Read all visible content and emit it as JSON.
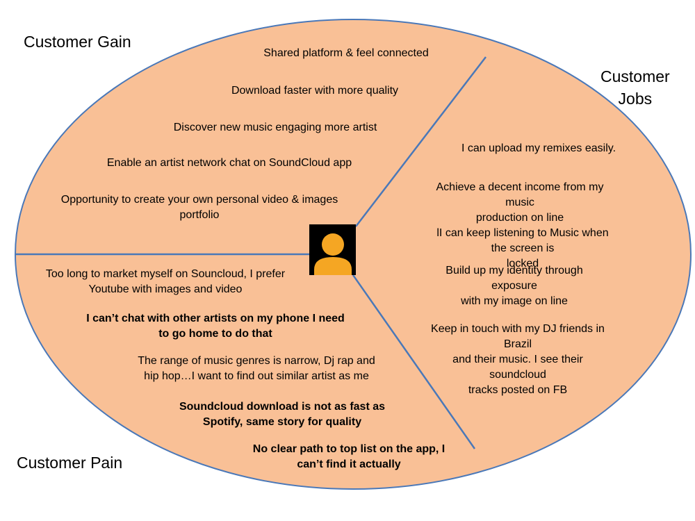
{
  "sections": {
    "gain": "Customer Gain",
    "jobs": "Customer\nJobs",
    "pain": "Customer Pain"
  },
  "gains": [
    "Shared platform & feel connected",
    "Download faster with  more quality",
    "Discover new music  engaging more artist",
    "Enable an artist network chat on SoundCloud app",
    "Opportunity to create your own personal video  &  images\nportfolio"
  ],
  "jobs": [
    "I can upload my remixes easily.",
    "Achieve a decent income from my music\nproduction on line",
    "lI can keep listening to Music when the screen is\nlocked",
    "Build up my identity through exposure\nwith my image on line",
    "Keep in touch with my DJ friends in Brazil\nand their music. I see their soundcloud\ntracks posted on FB"
  ],
  "pains": [
    "Too long to market myself on Souncloud, I prefer\nYoutube with images and video",
    "I can’t chat with other artists on my phone I need\nto go home to do that",
    "The range of music genres is narrow, Dj rap and\nhip hop…I want to find out similar artist as me",
    "Soundcloud download is not as fast as\nSpotify, same story for quality",
    "No clear path to top list on the app, I\ncan’t find it actually"
  ],
  "colors": {
    "fill": "#F9C096",
    "stroke": "#4A78B8",
    "avatar_bg": "#000000",
    "avatar_fg": "#F5A623"
  }
}
